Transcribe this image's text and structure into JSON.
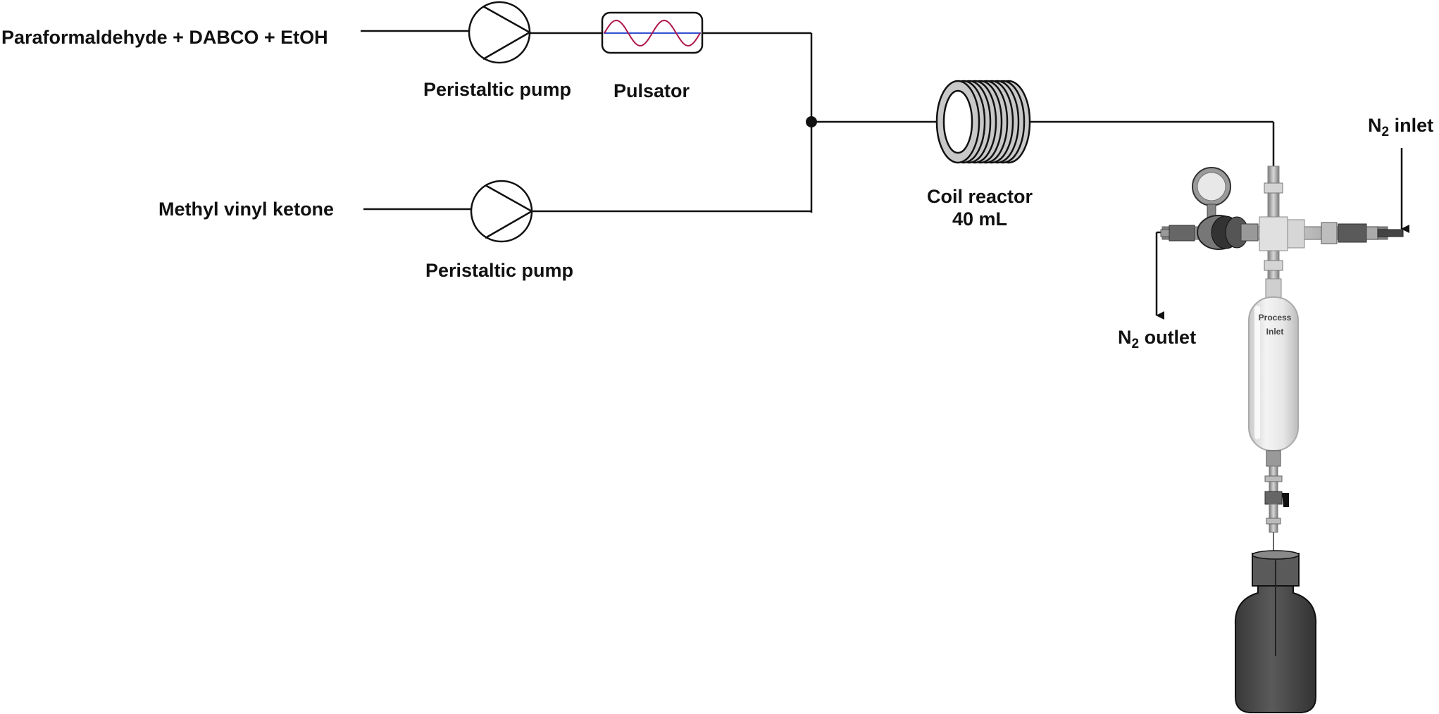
{
  "feeds": {
    "feed_1": "Paraformaldehyde + DABCO + EtOH",
    "feed_2": "Methyl vinyl ketone"
  },
  "pump_1": {
    "label": "Peristaltic pump"
  },
  "pump_2": {
    "label": "Peristaltic pump"
  },
  "pulsator": {
    "label": "Pulsator",
    "wave_color": "#b0184a",
    "center_line_color": "#3050d0"
  },
  "coil_reactor": {
    "label": "Coil reactor",
    "volume": "40 mL"
  },
  "nitrogen_inlet": {
    "text": "N",
    "subscript": "2",
    "suffix": " inlet"
  },
  "nitrogen_outlet": {
    "text": "N",
    "subscript": "2",
    "suffix": " outlet"
  },
  "separator": {
    "line_1": "Process",
    "line_2": "Inlet"
  },
  "colors": {
    "line": "#111111",
    "coil": "#c8c8c8",
    "bottle": "#4a4a4a",
    "glass": "#e4e4e4"
  }
}
